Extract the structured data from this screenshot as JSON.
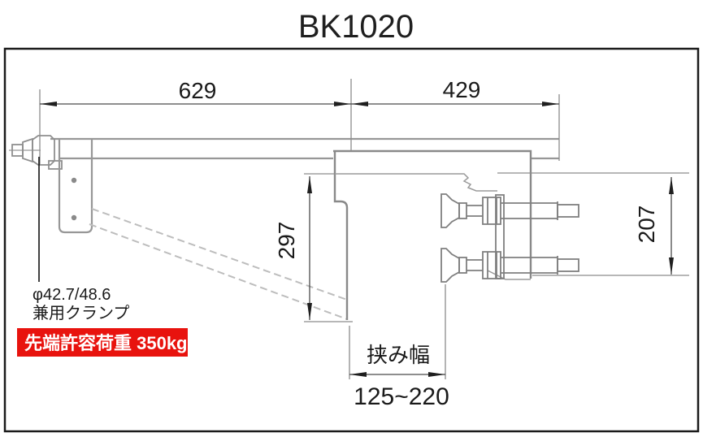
{
  "title": "BK1020",
  "colors": {
    "badge_red": "#e8130e",
    "part_line": "#979797",
    "dim_line": "#4a4a4a",
    "text": "#1a1a1a"
  },
  "dimensions": {
    "arm_total": "629",
    "arm_front": "429",
    "drop_height": "297",
    "jaw_height": "207",
    "clamp_width_label": "挟み幅",
    "clamp_width_range": "125~220"
  },
  "labels": {
    "pipe_spec_line1": "φ42.7/48.6",
    "pipe_spec_line2": "兼用クランプ",
    "load_badge": "先端許容荷重 350kg"
  }
}
